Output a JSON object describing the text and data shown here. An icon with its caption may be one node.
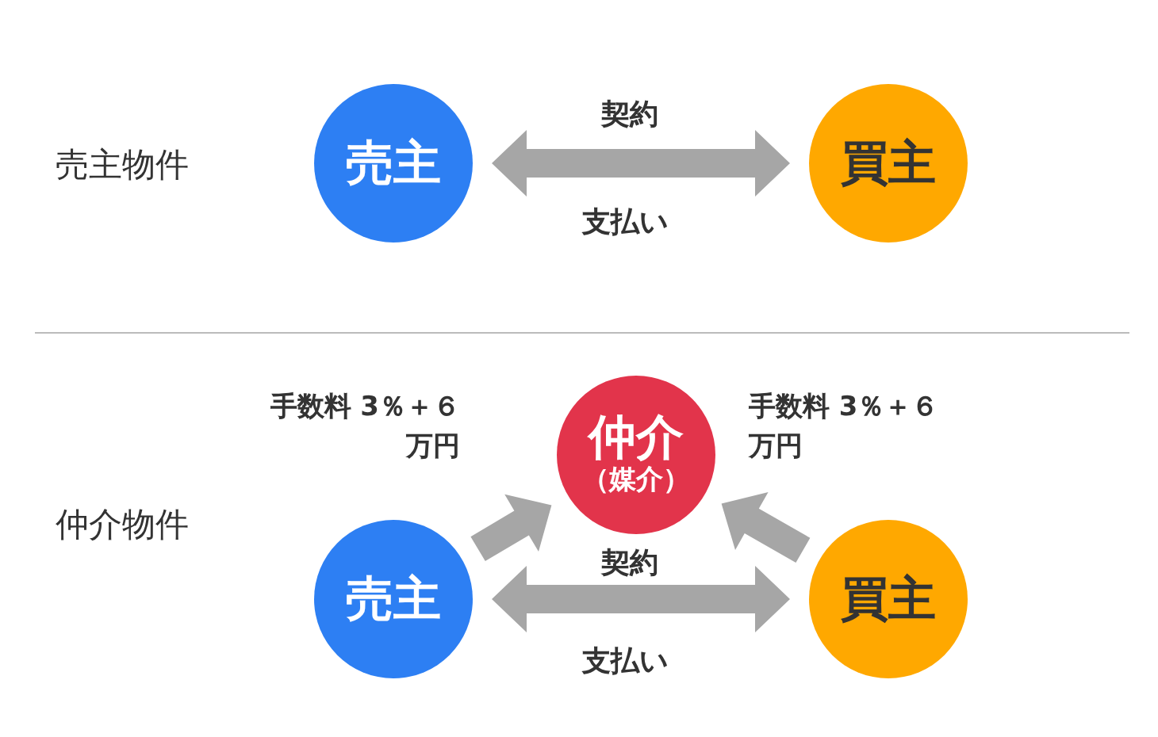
{
  "diagram": {
    "nodes": [
      {
        "text": [
          "売主"
        ]
      },
      {
        "text": [
          "買主"
        ]
      },
      {
        "text": [
          "仲介",
          "（媒介）"
        ]
      },
      {
        "text": [
          "売主"
        ]
      },
      {
        "text": [
          "買主"
        ]
      }
    ],
    "edges": [
      {
        "from": 0,
        "to": 1,
        "arrow": "both",
        "label": "契約"
      },
      {
        "from": 3,
        "to": 2,
        "arrow": "to",
        "label": "手数料 3％＋６万円"
      },
      {
        "from": 4,
        "to": 2,
        "arrow": "to",
        "label": "手数料 3％＋６万円"
      },
      {
        "from": 3,
        "to": 4,
        "arrow": "both",
        "label": "契約"
      }
    ],
    "labels": [
      "売主物件",
      "支払い",
      "仲介物件",
      "支払い"
    ]
  }
}
